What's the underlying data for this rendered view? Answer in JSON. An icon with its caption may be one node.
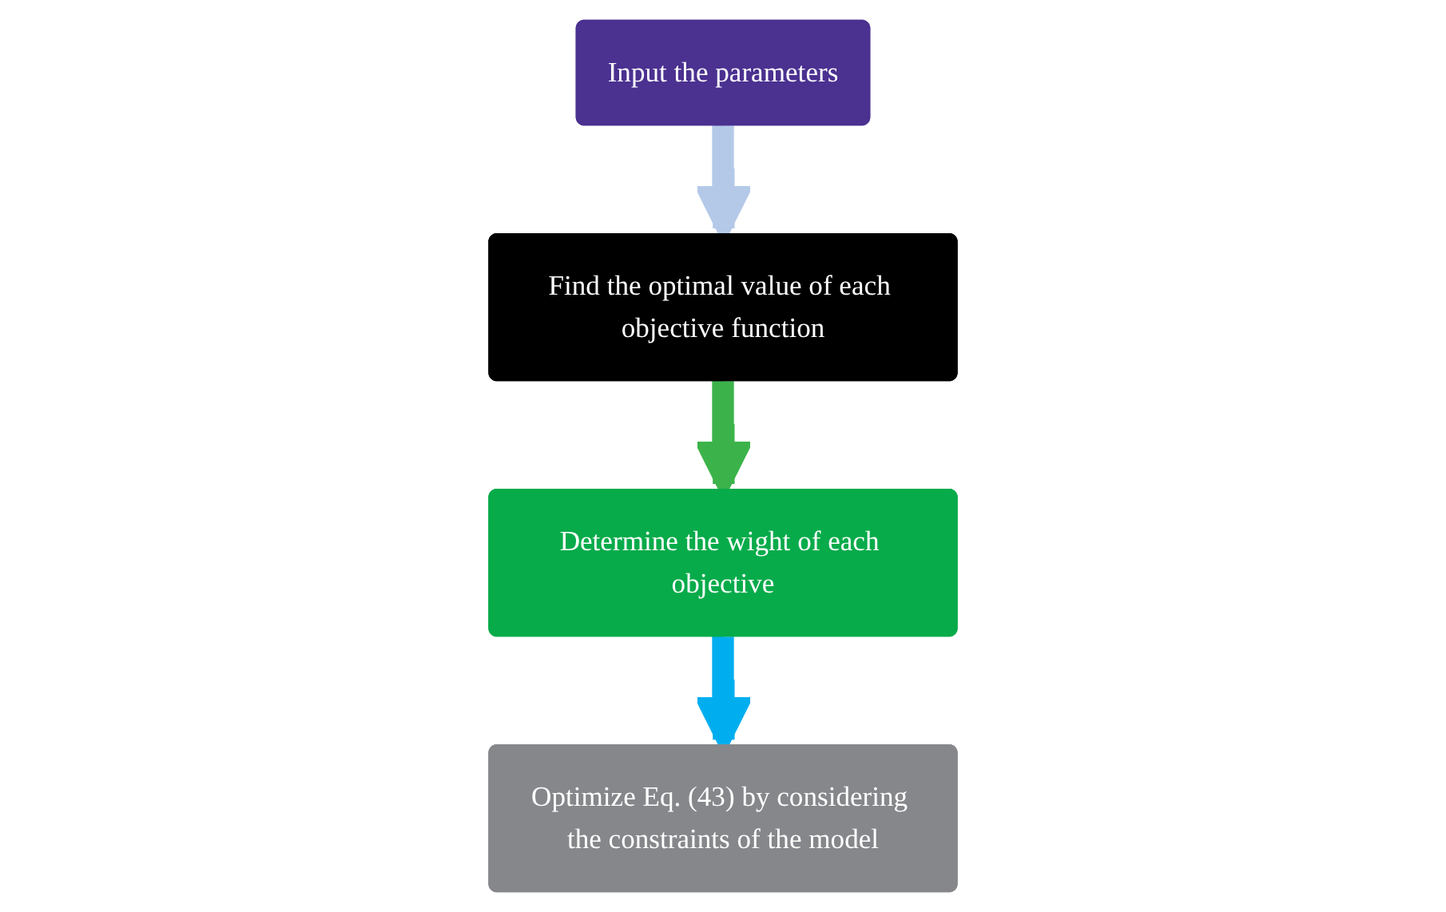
{
  "diagram": {
    "nodes": [
      {
        "text": [
          "Input the parameters"
        ]
      },
      {
        "text": [
          "Find the optimal value of each objective function"
        ]
      },
      {
        "text": [
          "Determine the wight of each objective"
        ]
      },
      {
        "text": [
          "Optimize Eq. (43) by considering the constraints of the model"
        ]
      }
    ],
    "edges": [
      {
        "from": 0,
        "to": 1,
        "arrow": "to",
        "color": "#b4c9e8"
      },
      {
        "from": 1,
        "to": 2,
        "arrow": "to",
        "color": "#3cb34a"
      },
      {
        "from": 2,
        "to": 3,
        "arrow": "to",
        "color": "#00aeef"
      }
    ]
  }
}
